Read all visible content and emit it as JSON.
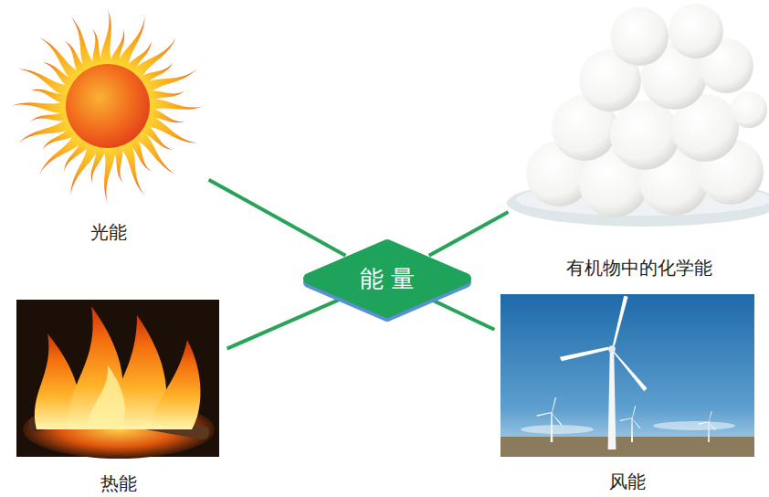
{
  "diagram": {
    "nodes": [
      {
        "text": [
          "光能"
        ]
      },
      {
        "text": [
          "有机物中的化学能"
        ]
      },
      {
        "text": [
          "能 量"
        ]
      },
      {
        "text": [
          "热能"
        ]
      },
      {
        "text": [
          "风能"
        ]
      }
    ],
    "edges": [
      {
        "from": 2,
        "to": 0,
        "arrow": "none"
      },
      {
        "from": 2,
        "to": 1,
        "arrow": "none"
      },
      {
        "from": 2,
        "to": 3,
        "arrow": "none"
      },
      {
        "from": 2,
        "to": 4,
        "arrow": "none"
      }
    ]
  }
}
